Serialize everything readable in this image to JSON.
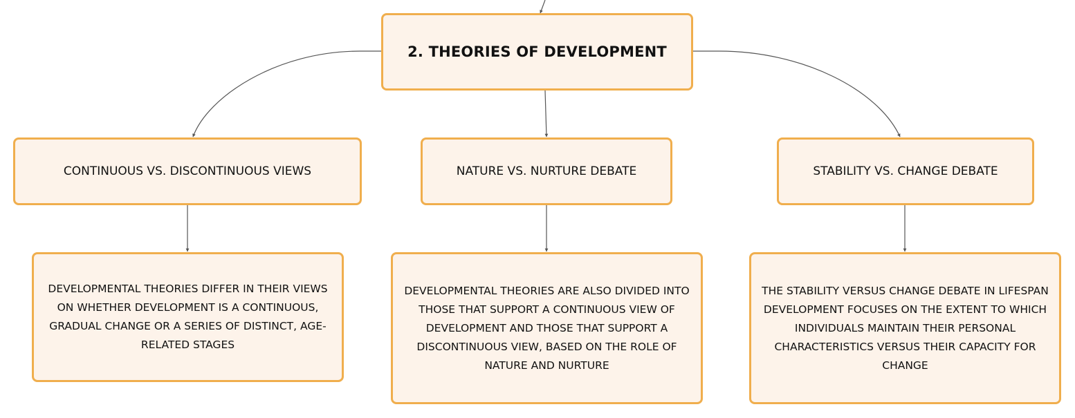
{
  "colors": {
    "node_fill": "#fdf3ea",
    "node_border": "#f0ae4d",
    "connector": "#555555",
    "text": "#111111"
  },
  "root": {
    "label": "2. THEORIES OF DEVELOPMENT"
  },
  "branches": [
    {
      "label": "CONTINUOUS VS. DISCONTINUOUS VIEWS",
      "detail": "DEVELOPMENTAL THEORIES DIFFER IN THEIR VIEWS ON WHETHER DEVELOPMENT IS A CONTINUOUS, GRADUAL CHANGE OR A SERIES OF DISTINCT, AGE-RELATED STAGES"
    },
    {
      "label": "NATURE VS. NURTURE DEBATE",
      "detail": "DEVELOPMENTAL THEORIES ARE ALSO DIVIDED INTO THOSE THAT SUPPORT A CONTINUOUS VIEW OF DEVELOPMENT AND THOSE THAT SUPPORT A DISCONTINUOUS VIEW, BASED ON THE ROLE OF NATURE AND NURTURE"
    },
    {
      "label": "STABILITY VS. CHANGE DEBATE",
      "detail": "THE STABILITY VERSUS CHANGE DEBATE IN LIFESPAN DEVELOPMENT FOCUSES ON THE EXTENT TO WHICH INDIVIDUALS MAINTAIN THEIR PERSONAL CHARACTERISTICS VERSUS THEIR CAPACITY FOR CHANGE"
    }
  ]
}
